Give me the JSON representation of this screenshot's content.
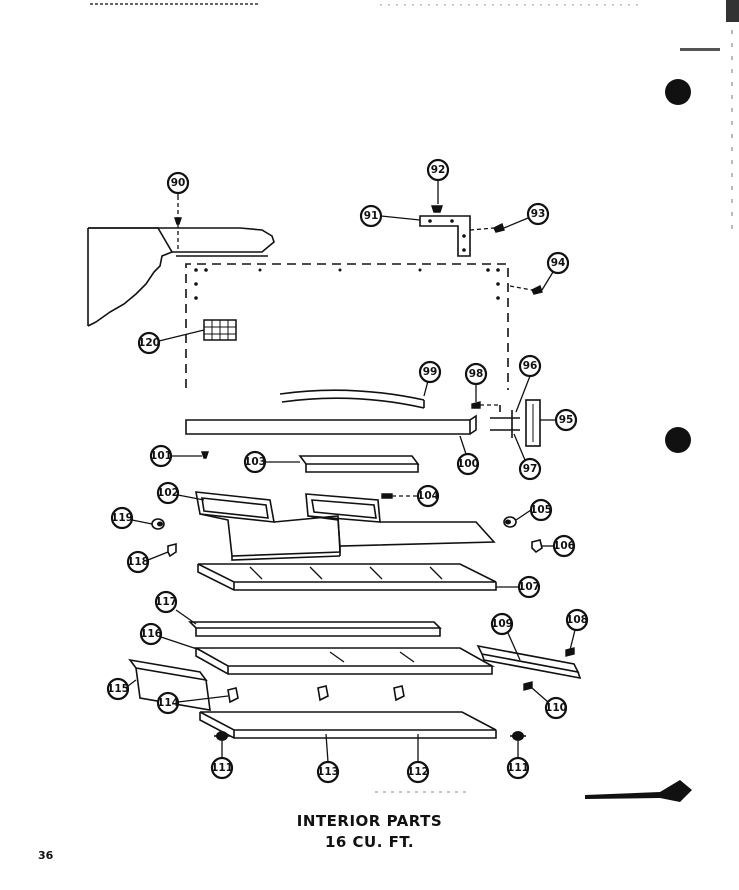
{
  "caption": {
    "line1": "INTERIOR PARTS",
    "line2": "16 CU. FT."
  },
  "page_number": "36",
  "callouts": [
    {
      "id": "c90",
      "label": "90"
    },
    {
      "id": "c91",
      "label": "91"
    },
    {
      "id": "c92",
      "label": "92"
    },
    {
      "id": "c93",
      "label": "93"
    },
    {
      "id": "c94",
      "label": "94"
    },
    {
      "id": "c95",
      "label": "95"
    },
    {
      "id": "c96",
      "label": "96"
    },
    {
      "id": "c97",
      "label": "97"
    },
    {
      "id": "c98",
      "label": "98"
    },
    {
      "id": "c99",
      "label": "99"
    },
    {
      "id": "c100",
      "label": "100"
    },
    {
      "id": "c101",
      "label": "101"
    },
    {
      "id": "c102",
      "label": "102"
    },
    {
      "id": "c103",
      "label": "103"
    },
    {
      "id": "c104",
      "label": "104"
    },
    {
      "id": "c105",
      "label": "105"
    },
    {
      "id": "c106",
      "label": "106"
    },
    {
      "id": "c107",
      "label": "107"
    },
    {
      "id": "c108",
      "label": "108"
    },
    {
      "id": "c109",
      "label": "109"
    },
    {
      "id": "c110",
      "label": "110"
    },
    {
      "id": "c111a",
      "label": "111"
    },
    {
      "id": "c111b",
      "label": "111"
    },
    {
      "id": "c112",
      "label": "112"
    },
    {
      "id": "c113",
      "label": "113"
    },
    {
      "id": "c114",
      "label": "114"
    },
    {
      "id": "c115",
      "label": "115"
    },
    {
      "id": "c116",
      "label": "116"
    },
    {
      "id": "c117",
      "label": "117"
    },
    {
      "id": "c118",
      "label": "118"
    },
    {
      "id": "c119",
      "label": "119"
    },
    {
      "id": "c120",
      "label": "120"
    }
  ]
}
